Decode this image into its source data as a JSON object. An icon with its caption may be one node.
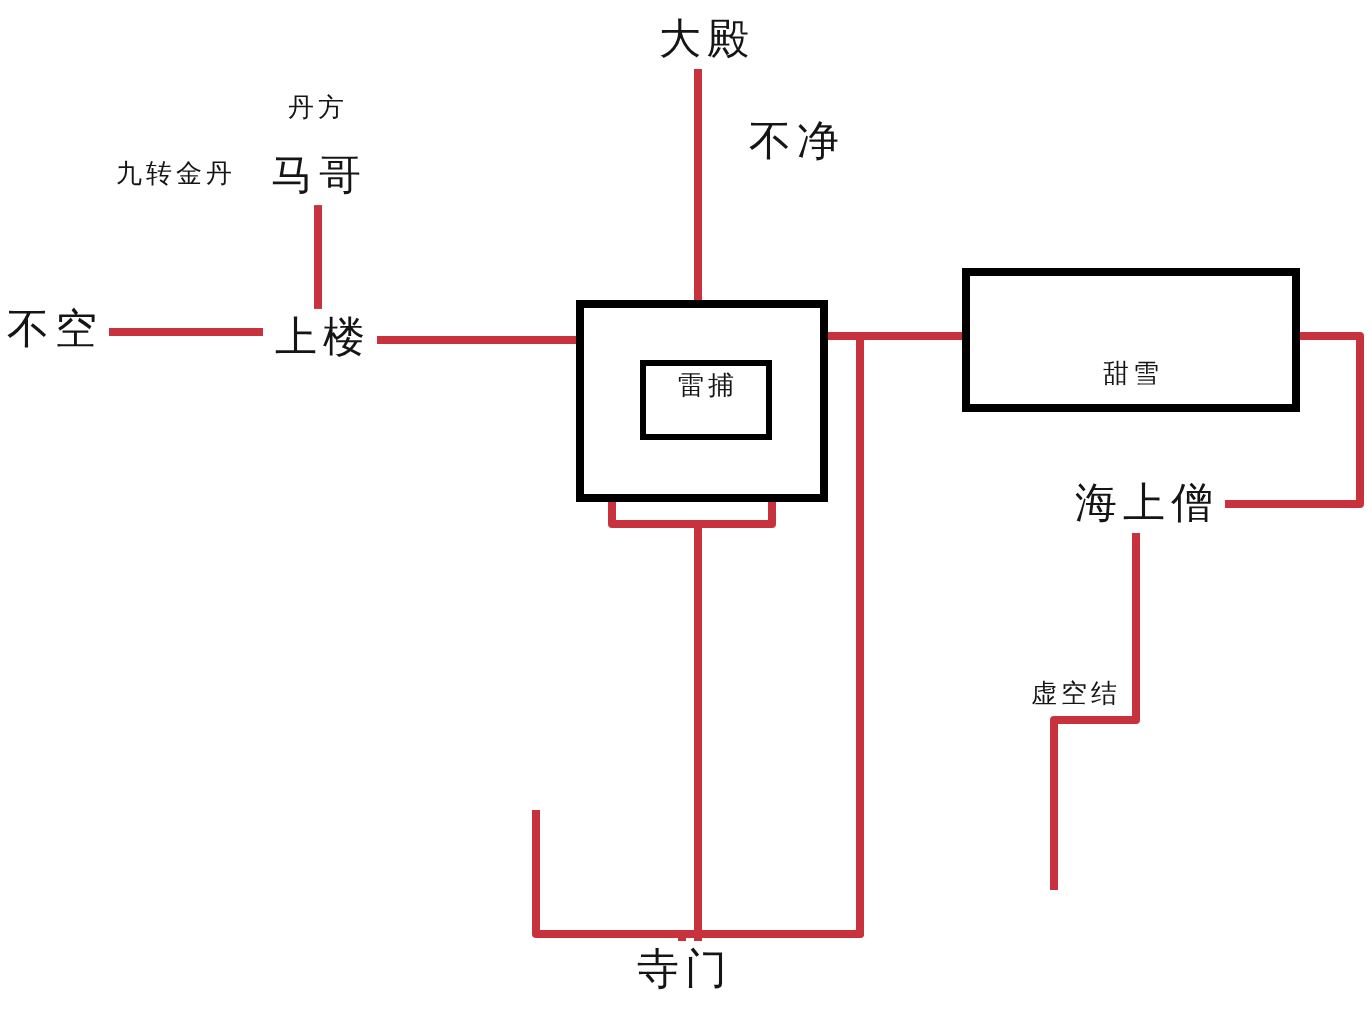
{
  "diagram": {
    "nodes": [
      {
        "text": [
          "大殿"
        ]
      },
      {
        "text": [
          "马哥"
        ],
        "beside": [
          "丹方",
          "九转金丹"
        ]
      },
      {
        "text": [
          "不空"
        ]
      },
      {
        "text": [
          "上楼"
        ]
      },
      {
        "text": [],
        "shape": "box"
      },
      {
        "text": [
          "雷捕"
        ],
        "in": 4
      },
      {
        "text": [
          "甜雪"
        ]
      },
      {
        "text": [
          "海上僧"
        ]
      },
      {
        "text": [
          "寺门"
        ]
      }
    ],
    "edges": [
      {
        "from": 2,
        "to": 3,
        "arrow": "none"
      },
      {
        "from": 1,
        "to": 3,
        "arrow": "none"
      },
      {
        "from": 3,
        "to": 4,
        "arrow": "none"
      },
      {
        "from": 0,
        "to": 4,
        "arrow": "none"
      },
      {
        "from": 4,
        "to": 6,
        "arrow": "none"
      },
      {
        "from": 6,
        "to": 7,
        "arrow": "none"
      },
      {
        "from": 4,
        "to": 8,
        "arrow": "none"
      },
      {
        "from": 8,
        "to": 4,
        "arrow": "none"
      },
      {
        "from": 8,
        "to": 6,
        "arrow": "none"
      },
      {
        "from": 8,
        "to": null,
        "arrow": "none"
      },
      {
        "from": 7,
        "to": null,
        "arrow": "none",
        "label": "虚空结"
      }
    ],
    "labels": [
      "不净"
    ]
  }
}
